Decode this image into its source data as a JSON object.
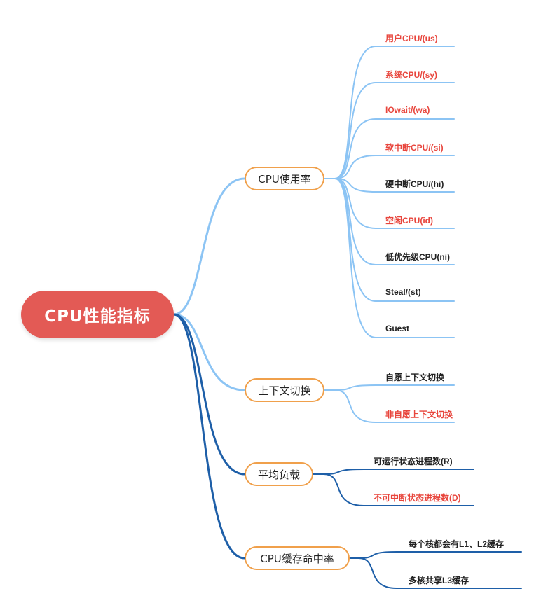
{
  "root": {
    "label": "CPU性能指标"
  },
  "branches": [
    {
      "label": "CPU使用率",
      "line_color": "#8cc4f4",
      "leaves": [
        {
          "label": "用户CPU/(us)",
          "color": "#e8453c"
        },
        {
          "label": "系统CPU/(sy)",
          "color": "#e8453c"
        },
        {
          "label": "IOwait/(wa)",
          "color": "#e8453c"
        },
        {
          "label": "软中断CPU/(si)",
          "color": "#e8453c"
        },
        {
          "label": "硬中断CPU/(hi)",
          "color": "#222222"
        },
        {
          "label": "空闲CPU(id)",
          "color": "#e8453c"
        },
        {
          "label": "低优先级CPU(ni)",
          "color": "#222222"
        },
        {
          "label": "Steal/(st)",
          "color": "#222222"
        },
        {
          "label": "Guest",
          "color": "#222222"
        }
      ]
    },
    {
      "label": "上下文切换",
      "line_color": "#8cc4f4",
      "leaves": [
        {
          "label": "自愿上下文切换",
          "color": "#222222"
        },
        {
          "label": "非自愿上下文切换",
          "color": "#e8453c"
        }
      ]
    },
    {
      "label": "平均负载",
      "line_color": "#1e5fa8",
      "leaves": [
        {
          "label": "可运行状态进程数(R)",
          "color": "#222222"
        },
        {
          "label": "不可中断状态进程数(D)",
          "color": "#e8453c"
        }
      ]
    },
    {
      "label": "CPU缓存命中率",
      "line_color": "#1e5fa8",
      "leaves": [
        {
          "label": "每个核都会有L1、L2缓存",
          "color": "#222222"
        },
        {
          "label": "多核共享L3缓存",
          "color": "#222222"
        }
      ]
    }
  ],
  "colors": {
    "root_fill": "#e35a55",
    "branch_border": "#f0a04b",
    "light_line": "#8cc4f4",
    "dark_line": "#1e5fa8"
  }
}
